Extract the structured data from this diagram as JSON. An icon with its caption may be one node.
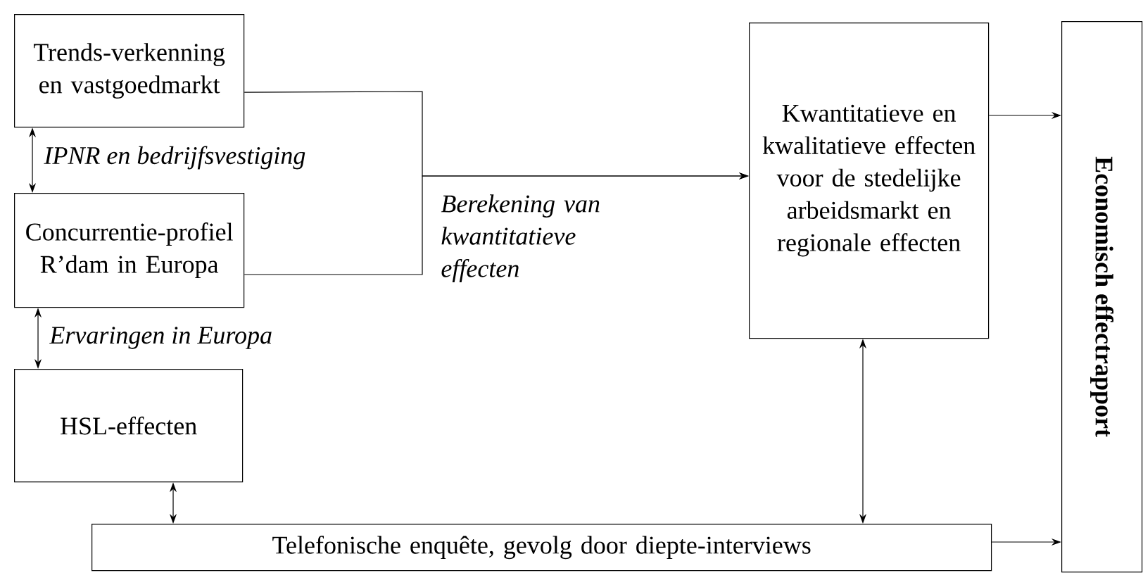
{
  "diagram": {
    "nodes": [
      {
        "text": [
          "Trends-verkenning en vastgoedmarkt"
        ]
      },
      {
        "text": [
          "Concurrentie-profiel R’dam in Europa"
        ]
      },
      {
        "text": [
          "HSL-effecten"
        ]
      },
      {
        "text": [
          "Kwantitatieve en kwalitatieve effecten voor de stedelijke arbeidsmarkt en regionale effecten"
        ]
      },
      {
        "text": [
          "Telefonische enquête, gevolg door diepte-interviews"
        ]
      },
      {
        "text": [
          "Economisch effectrapport"
        ]
      }
    ],
    "edges": [
      {
        "from": 0,
        "to": 1,
        "arrow": "both",
        "label": "IPNR en bedrijfsvestiging"
      },
      {
        "from": 1,
        "to": 2,
        "arrow": "both",
        "label": "Ervaringen in Europa"
      },
      {
        "from": 0,
        "to": 3,
        "arrow": "to",
        "label": "Berekening van kwantitatieve effecten"
      },
      {
        "from": 1,
        "to": 3,
        "arrow": "to"
      },
      {
        "from": 2,
        "to": 4,
        "arrow": "both"
      },
      {
        "from": 3,
        "to": 4,
        "arrow": "both"
      },
      {
        "from": 3,
        "to": 5,
        "arrow": "to"
      },
      {
        "from": 4,
        "to": 5,
        "arrow": "to"
      }
    ]
  }
}
